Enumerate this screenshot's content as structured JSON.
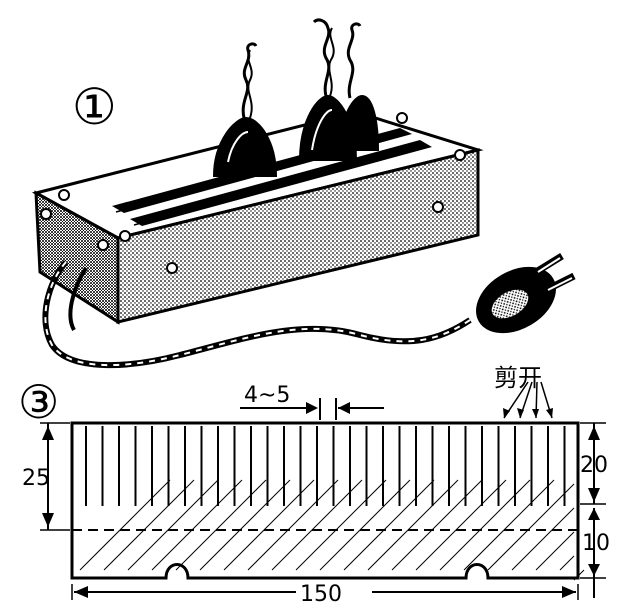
{
  "figure": {
    "panel_1_marker": "①",
    "panel_3_marker": "③",
    "dim_gap": "4~5",
    "dim_height_total": "25",
    "dim_slot_depth": "20",
    "dim_base": "10",
    "dim_width": "150",
    "cut_note": "剪开"
  },
  "colors": {
    "ink": "#000000",
    "paper": "#ffffff"
  }
}
